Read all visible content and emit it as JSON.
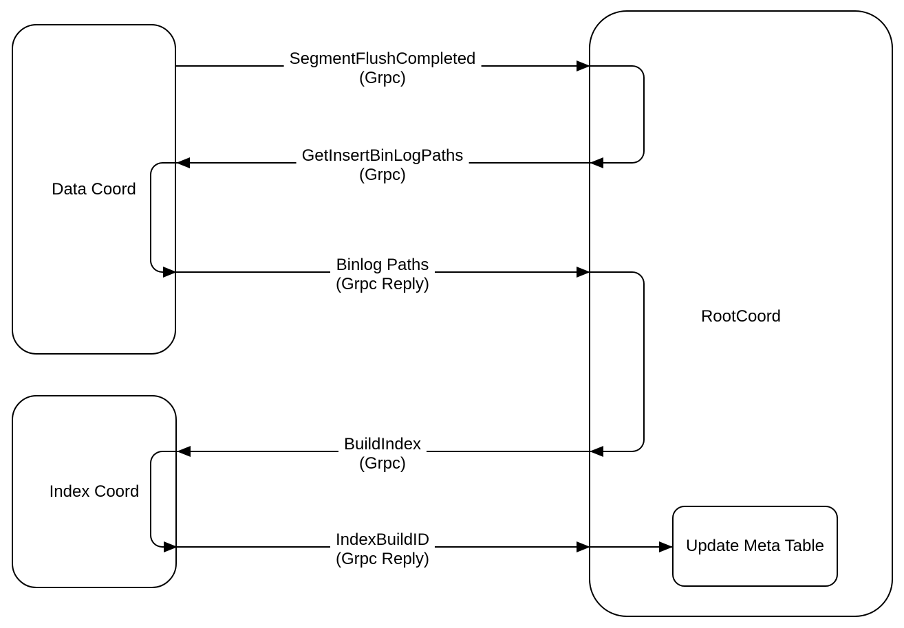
{
  "diagram": {
    "colors": {
      "stroke": "#000000",
      "background": "#ffffff"
    },
    "nodes": {
      "data_coord": {
        "label": "Data Coord"
      },
      "index_coord": {
        "label": "Index Coord"
      },
      "root_coord": {
        "label": "RootCoord"
      },
      "update_meta_table": {
        "label": "Update Meta Table"
      }
    },
    "messages": [
      {
        "name": "SegmentFlushCompleted",
        "protocol": "(Grpc)",
        "from": "Data Coord",
        "to": "RootCoord",
        "direction": "right"
      },
      {
        "name": "GetInsertBinLogPaths",
        "protocol": "(Grpc)",
        "from": "RootCoord",
        "to": "Data Coord",
        "direction": "left"
      },
      {
        "name": "Binlog Paths",
        "protocol": "(Grpc Reply)",
        "from": "Data Coord",
        "to": "RootCoord",
        "direction": "right"
      },
      {
        "name": "BuildIndex",
        "protocol": "(Grpc)",
        "from": "RootCoord",
        "to": "Index Coord",
        "direction": "left"
      },
      {
        "name": "IndexBuildID",
        "protocol": "(Grpc Reply)",
        "from": "Index Coord",
        "to": "Update Meta Table",
        "direction": "right"
      }
    ]
  }
}
